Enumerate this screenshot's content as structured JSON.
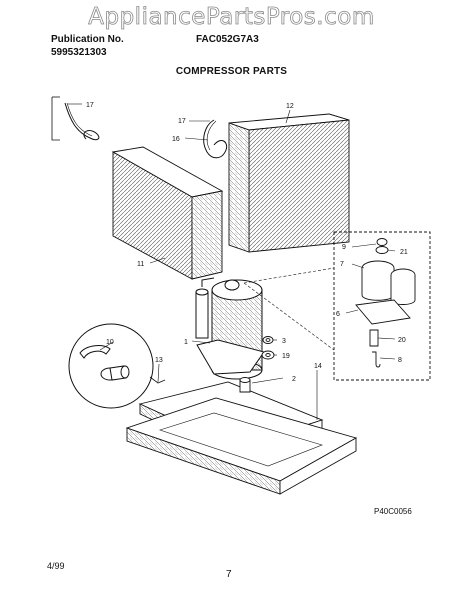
{
  "watermark": "AppliancePartsPros.com",
  "header": {
    "publication_label": "Publication No.",
    "publication_number": "5995321303",
    "model": "FAC052G7A3"
  },
  "section_title": "COMPRESSOR PARTS",
  "callouts": {
    "c17a": "17",
    "c17b": "17",
    "c16": "16",
    "c12": "12",
    "c11": "11",
    "c9": "9",
    "c21": "21",
    "c7": "7",
    "c6": "6",
    "c10": "10",
    "c1": "1",
    "c3": "3",
    "c19": "19",
    "c20": "20",
    "c8": "8",
    "c13": "13",
    "c2": "2",
    "c14": "14"
  },
  "footer": {
    "date": "4/99",
    "page": "7",
    "figure_code": "P40C0056"
  }
}
